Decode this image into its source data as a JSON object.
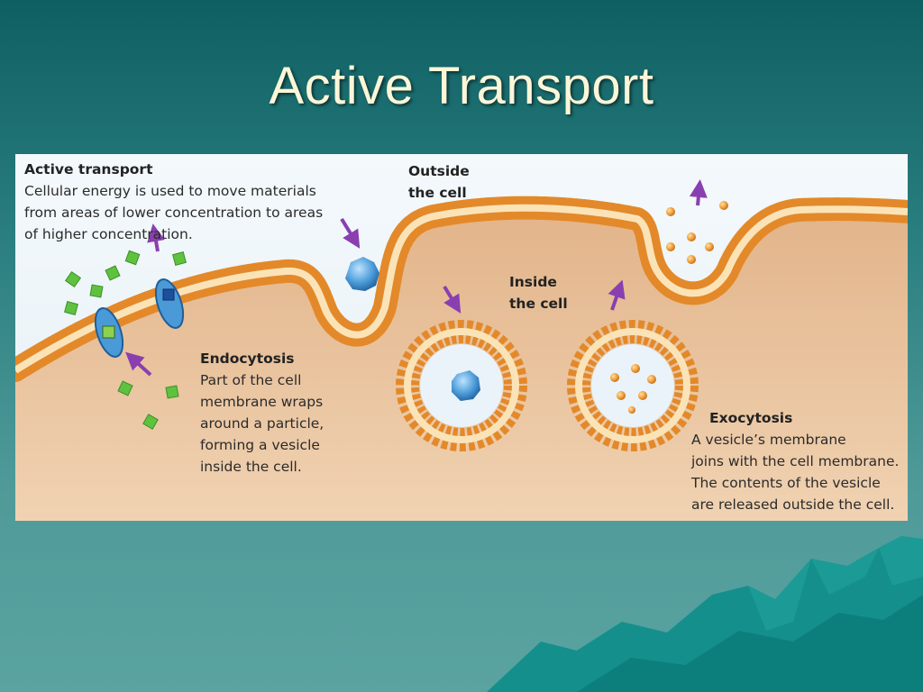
{
  "slide": {
    "title": "Active Transport"
  },
  "diagram": {
    "active_transport": {
      "heading": "Active transport",
      "body": "Cellular energy is used to move materials\nfrom areas of lower concentration to areas\nof higher concentration."
    },
    "outside_label": "Outside\nthe cell",
    "inside_label": "Inside\nthe cell",
    "endocytosis": {
      "heading": "Endocytosis",
      "body": "Part of the cell\nmembrane wraps\naround a particle,\nforming a vesicle\ninside the cell."
    },
    "exocytosis": {
      "heading": "Exocytosis",
      "body": " A vesicle’s membrane\njoins with the cell membrane.\nThe contents of the vesicle\nare released outside the cell."
    },
    "colors": {
      "membrane": "#e3892a",
      "cytoplasm": "#e9c09a",
      "arrow": "#8a3fb0",
      "particle": "#3f8fd0",
      "molecule": "#5ec23e"
    }
  }
}
